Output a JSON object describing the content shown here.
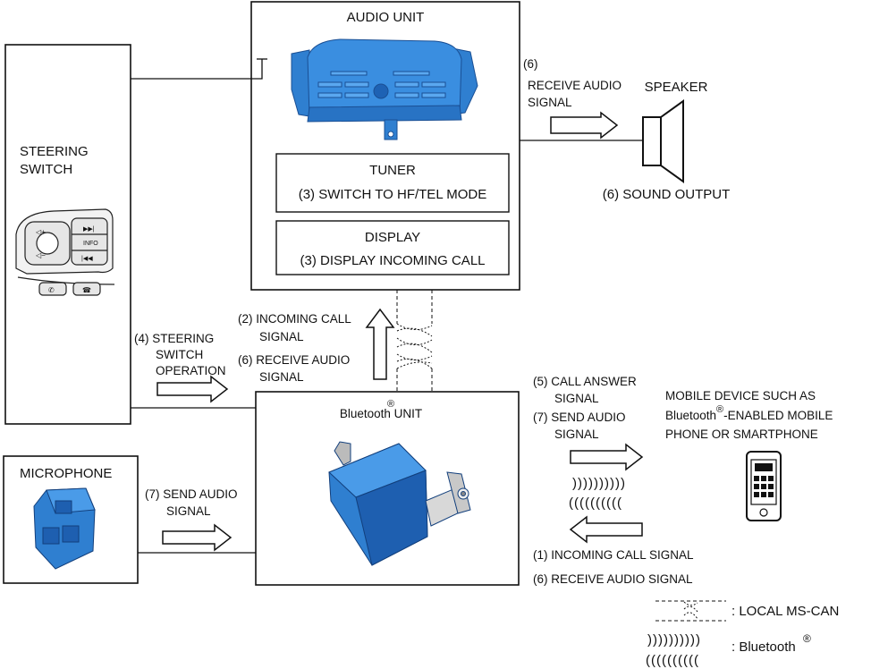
{
  "audio_unit": {
    "title": "AUDIO UNIT",
    "tuner_title": "TUNER",
    "tuner_action": "(3) SWITCH TO HF/TEL MODE",
    "display_title": "DISPLAY",
    "display_action": "(3) DISPLAY INCOMING CALL"
  },
  "steering_switch": {
    "title_line1": "STEERING",
    "title_line2": "SWITCH",
    "button_info": "INFO"
  },
  "speaker": {
    "title": "SPEAKER",
    "signal_num": "(6)",
    "signal_line1": "RECEIVE AUDIO",
    "signal_line2": "SIGNAL",
    "output": "(6) SOUND OUTPUT"
  },
  "signals_to_audio": {
    "line1": "(2) INCOMING CALL",
    "line2": "SIGNAL",
    "line3": "(6) RECEIVE AUDIO",
    "line4": "SIGNAL"
  },
  "steering_operation": {
    "line1": "(4) STEERING",
    "line2": "SWITCH",
    "line3": "OPERATION"
  },
  "bluetooth_unit": {
    "title": "Bluetooth UNIT",
    "reg": "®"
  },
  "microphone": {
    "title": "MICROPHONE",
    "signal_line1": "(7) SEND AUDIO",
    "signal_line2": "SIGNAL"
  },
  "to_mobile": {
    "line1": "(5) CALL ANSWER",
    "line2": "SIGNAL",
    "line3": "(7) SEND AUDIO",
    "line4": "SIGNAL"
  },
  "from_mobile": {
    "line1": "(1) INCOMING CALL SIGNAL",
    "line2": "(6) RECEIVE AUDIO SIGNAL"
  },
  "mobile_device": {
    "line1": "MOBILE DEVICE SUCH AS",
    "line2_a": "Bluetooth",
    "line2_reg": "®",
    "line2_b": "-ENABLED MOBILE",
    "line3": "PHONE OR SMARTPHONE"
  },
  "legend": {
    "can_label": ": LOCAL MS-CAN",
    "bt_label": ": Bluetooth",
    "bt_reg": "®"
  },
  "wave_out": "))))))))))",
  "wave_in": "((((((((((",
  "colors": {
    "component_blue": "#2f7fd0",
    "component_blue_dark": "#1a56a6",
    "line": "#111111"
  }
}
